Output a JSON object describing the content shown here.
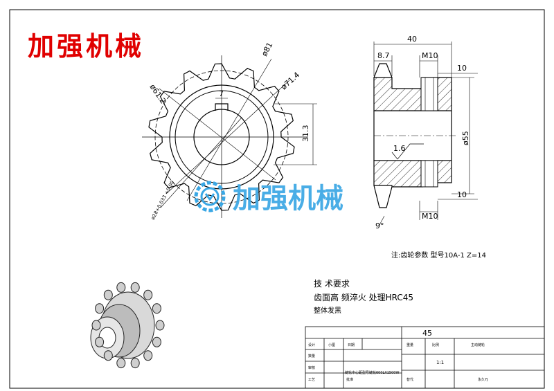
{
  "brand": {
    "title": "加强机械",
    "watermark": "加强机械",
    "title_color": "#e00000",
    "watermark_color": "#3aa7e4"
  },
  "front_view": {
    "dims": {
      "d_outer": "ø81",
      "d_root": "ø71.4",
      "d_hub": "ø61.2",
      "keyway_width": "7",
      "keyway_depth": "31.3",
      "bore": "ø28+0.033 +0.00"
    }
  },
  "section_view": {
    "dims": {
      "overall_length": "40",
      "tooth_width": "8.7",
      "thread_top": "M10",
      "thread_bottom": "M10",
      "offset_top": "10",
      "offset_bottom": "10",
      "hub_diameter": "ø55",
      "roughness": "1.6",
      "angle": "9°"
    }
  },
  "gear_note": "注:齿轮参数  型号10A-1 Z=14",
  "technical_requirements": {
    "heading": "技 术要求",
    "line1": "齿面高 频淬火 处理HRC45",
    "line2": "整体发黑"
  },
  "title_block": {
    "scale_value": "45",
    "design": "设计",
    "small_label": "小厘",
    "date": "日期",
    "quantity": "数量",
    "review": "审核",
    "process": "工艺",
    "approve": "批准",
    "weight": "重量",
    "ratio": "比例",
    "ratio_value": "1:1",
    "code": "替代",
    "code_value": "永久YJ",
    "part_name": "主动链轮",
    "material": "链轮中心距型号链轮600LX1500W"
  }
}
